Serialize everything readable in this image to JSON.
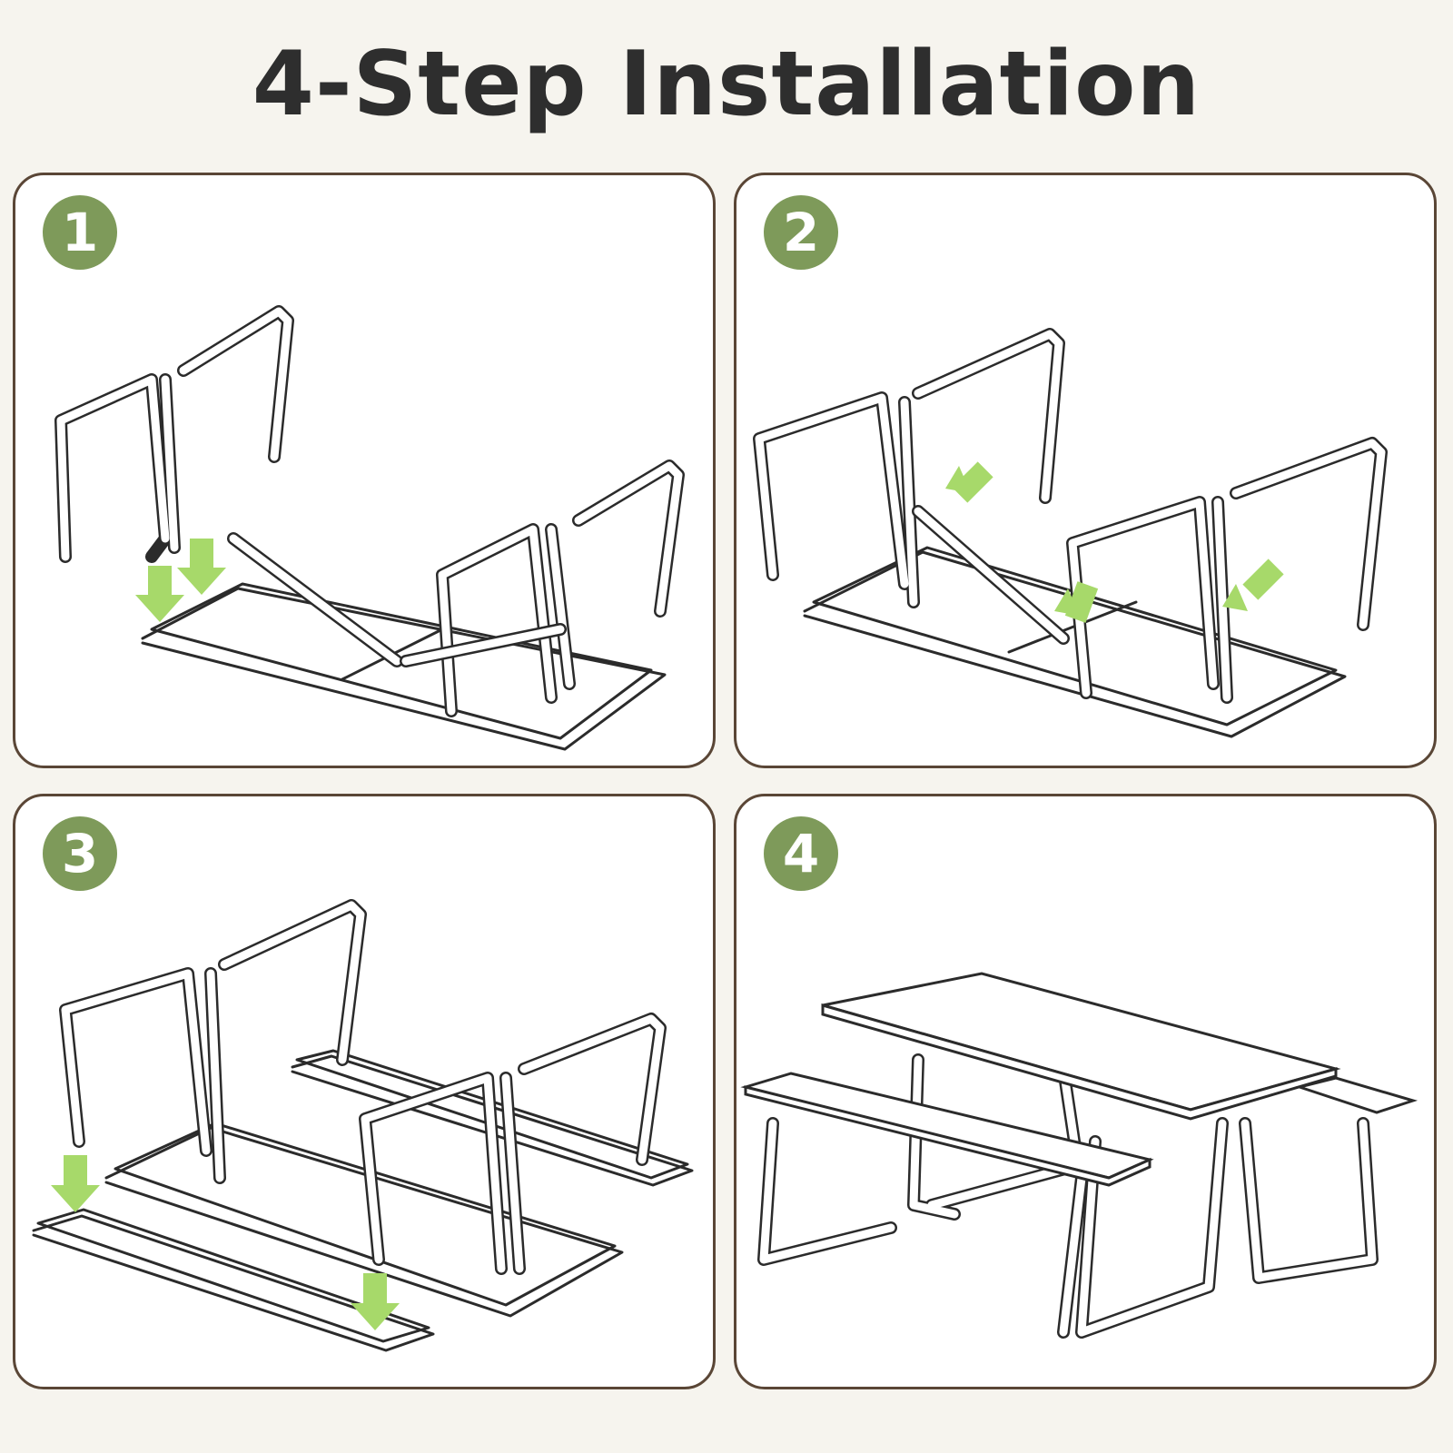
{
  "title": "4-Step Installation",
  "steps": [
    {
      "number": "1",
      "illustration": "leg-frames-above-tabletop-with-arrows"
    },
    {
      "number": "2",
      "illustration": "leg-frames-attached-brace-arrows"
    },
    {
      "number": "3",
      "illustration": "benches-attached-with-arrows"
    },
    {
      "number": "4",
      "illustration": "assembled-picnic-table"
    }
  ],
  "colors": {
    "background": "#f6f4ee",
    "panel_border": "#5a4636",
    "badge": "#7e9a5a",
    "arrow": "#a7d96a",
    "line": "#2b2b2b",
    "title": "#2e2e2e"
  }
}
